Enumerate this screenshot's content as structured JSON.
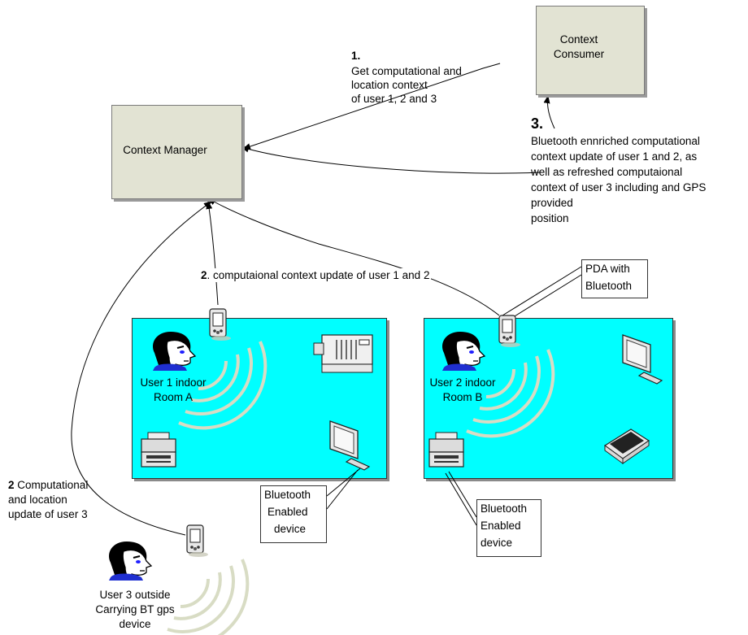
{
  "context_consumer": {
    "line1": "Context",
    "line2": "Consumer"
  },
  "context_manager": {
    "label": "Context Manager"
  },
  "step1": {
    "number": "1.",
    "lines": [
      "Get computational and",
      "location context",
      "of user 1, 2 and 3"
    ]
  },
  "step3": {
    "number": "3.",
    "lines": [
      "Bluetooth ennriched computational",
      "context update of user 1 and 2, as",
      "well as refreshed computaional",
      "context of user 3 including and GPS",
      "provided",
      "position"
    ]
  },
  "step2_indoor": {
    "number": "2",
    "text": ". computaional context update of user  1 and 2"
  },
  "step2_outdoor": {
    "number": "2",
    "line1": " Computational",
    "line2": "and location",
    "line3": "update of user 3"
  },
  "pda_callout": {
    "line1": "PDA with",
    "line2": "Bluetooth"
  },
  "bt_callout_a": {
    "line1": "Bluetooth",
    "line2": "Enabled",
    "line3": "device"
  },
  "bt_callout_b": {
    "line1": "Bluetooth",
    "line2": "Enabled",
    "line3": "device"
  },
  "room_a": {
    "line1": "User 1 indoor",
    "line2": "Room A",
    "color": "#00ffff"
  },
  "room_b": {
    "line1": "User 2 indoor",
    "line2": "Room B",
    "color": "#00ffff"
  },
  "user3": {
    "line1": "User 3 outside",
    "line2": "Carrying BT gps",
    "line3": "device"
  },
  "colors": {
    "box_fill": "#e2e3d3",
    "room_fill": "#00ffff",
    "signal": "#d8dcc4"
  }
}
